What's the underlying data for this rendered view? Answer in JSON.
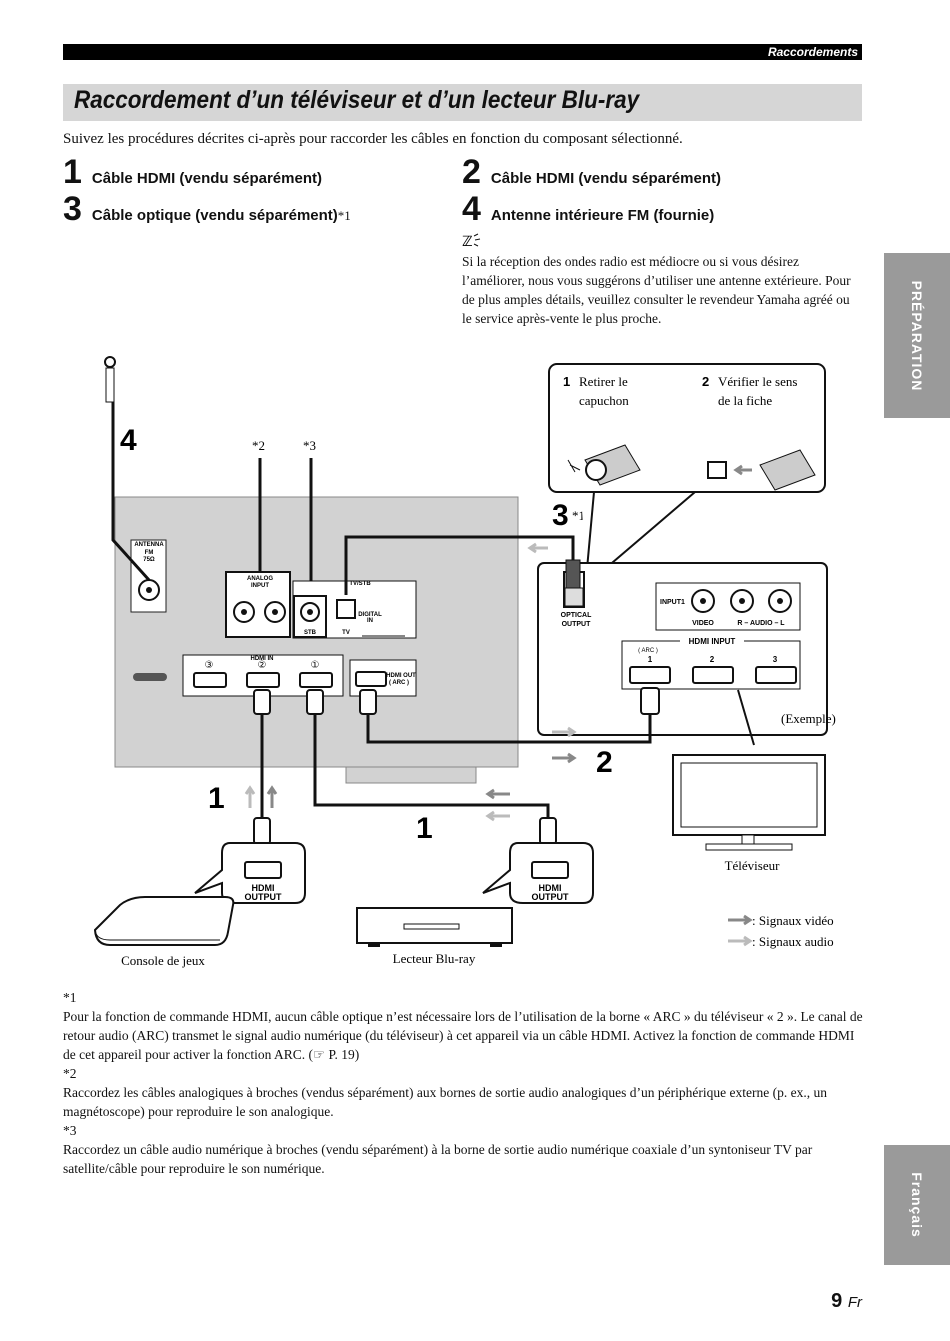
{
  "header": {
    "section": "Raccordements"
  },
  "page_title": "Raccordement d’un téléviseur et d’un lecteur Blu-ray",
  "intro": "Suivez les procédures décrites ci-après pour raccorder les câbles en fonction du composant sélectionné.",
  "steps": [
    {
      "num": "1",
      "label": "Câble HDMI (vendu séparément)"
    },
    {
      "num": "2",
      "label": "Câble HDMI (vendu séparément)"
    },
    {
      "num": "3",
      "label": "Câble optique (vendu séparément)",
      "note": "*1"
    },
    {
      "num": "4",
      "label": "Antenne intérieure FM (fournie)"
    }
  ],
  "tip": {
    "icon": "tip-icon",
    "text": "Si la réception des ondes radio est médiocre ou si vous désirez l’améliorer, nous vous suggérons d’utiliser une antenne extérieure. Pour de plus amples détails, veuillez consulter le revendeur Yamaha agréé ou le service après-vente le plus proche."
  },
  "side_tabs": {
    "preparation": "PRÉPARATION",
    "language": "Français"
  },
  "diagram": {
    "callout_1_num": "1",
    "callout_1_text_a": "Retirer le",
    "callout_1_text_b": "capuchon",
    "callout_2_num": "2",
    "callout_2_text_a": "Vérifier le sens",
    "callout_2_text_b": "de la fiche",
    "label_4": "4",
    "note_2": "*2",
    "note_3": "*3",
    "label_3": "3",
    "label_3_note": "*1",
    "antenna": "ANTENNA",
    "fm": "FM",
    "ohm": "75Ω",
    "analog_input": "ANALOG",
    "analog_input_b": "INPUT",
    "tv_stb": "TV/STB",
    "digital_in": "DIGITAL",
    "digital_in_b": "IN",
    "stb": "STB",
    "tv": "TV",
    "hdmi_in": "HDMI IN",
    "hdmi_out": "HDMI OUT",
    "hdmi_out_arc": "( ARC )",
    "in_3": "③",
    "in_2": "②",
    "in_1": "①",
    "optical_output": "OPTICAL",
    "optical_output_b": "OUTPUT",
    "input1": "INPUT1",
    "video": "VIDEO",
    "r_audio_l": "R – AUDIO – L",
    "hdmi_input": "HDMI INPUT",
    "arc": "( ARC )",
    "tv_in_1": "1",
    "tv_in_2": "2",
    "tv_in_3": "3",
    "example": "(Exemple)",
    "label_2": "2",
    "label_1a": "1",
    "label_1b": "1",
    "hdmi_output": "HDMI",
    "hdmi_output_b": "OUTPUT",
    "tv_label": "Téléviseur",
    "game_console": "Console de jeux",
    "bluray_player": "Lecteur Blu-ray",
    "legend_video": ": Signaux vidéo",
    "legend_audio": ": Signaux audio"
  },
  "footnotes": [
    {
      "mark": "*1",
      "text": "Pour la fonction de commande HDMI, aucun câble optique n’est nécessaire lors de l’utilisation de la borne « ARC » du téléviseur « 2 ». Le canal de retour audio (ARC) transmet le signal audio numérique (du téléviseur) à cet appareil via un câble HDMI. Activez la fonction de commande HDMI de cet appareil pour activer la fonction ARC. (☞ P. 19)"
    },
    {
      "mark": "*2",
      "text": "Raccordez les câbles analogiques à broches (vendus séparément) aux bornes de sortie audio analogiques d’un périphérique externe (p. ex., un magnétoscope) pour reproduire le son analogique."
    },
    {
      "mark": "*3",
      "text": "Raccordez un câble audio numérique à broches (vendu séparément) à la borne de sortie audio numérique coaxiale d’un syntoniseur TV par satellite/câble pour reproduire le son numérique."
    }
  ],
  "page_number": {
    "num": "9",
    "lang": "Fr"
  }
}
